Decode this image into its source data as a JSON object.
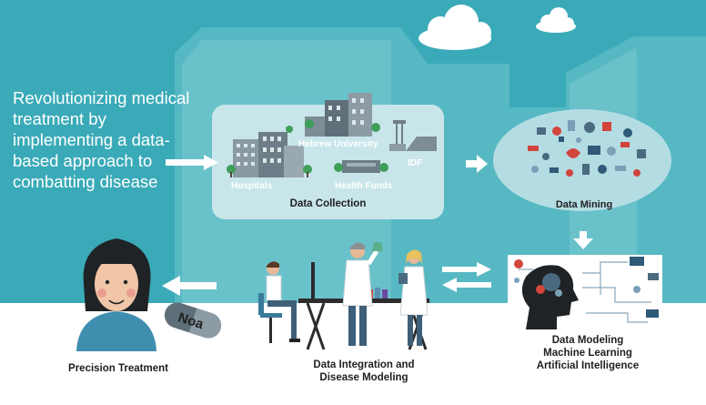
{
  "intro_text": "Revolutionizing medical treatment by implementing a data-based approach to combatting disease",
  "collection": {
    "title": "Data Collection",
    "labels": {
      "hospitals": "Hospitals",
      "hebrew_university": "Hebrew University",
      "idf": "IDF",
      "health_funds": "Health Funds"
    }
  },
  "mining": {
    "title": "Data Mining"
  },
  "modeling": {
    "line1": "Data Modeling",
    "line2": "Machine Learning",
    "line3": "Artificial Intelligence"
  },
  "integration": {
    "line1": "Data Integration and",
    "line2": "Disease Modeling"
  },
  "treatment": {
    "title": "Precision Treatment",
    "pill_label": "Noa"
  },
  "colors": {
    "sky_teal": "#3aaab8",
    "building_light": "#9fd3da",
    "panel": "#c8e6ea",
    "arrow": "#ffffff",
    "text_dark": "#1f1f1f"
  }
}
